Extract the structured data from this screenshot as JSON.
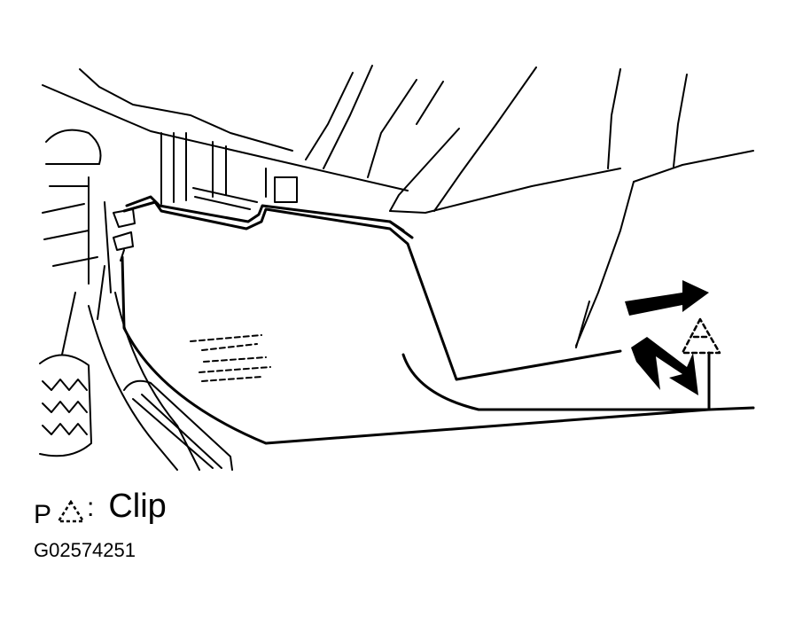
{
  "legend": {
    "prefix": "P",
    "symbol_icon": "dashed-triangle-clip-icon",
    "separator": ":",
    "label": "Clip"
  },
  "figure_id": "G02574251",
  "colors": {
    "line": "#000000",
    "background": "#ffffff"
  }
}
